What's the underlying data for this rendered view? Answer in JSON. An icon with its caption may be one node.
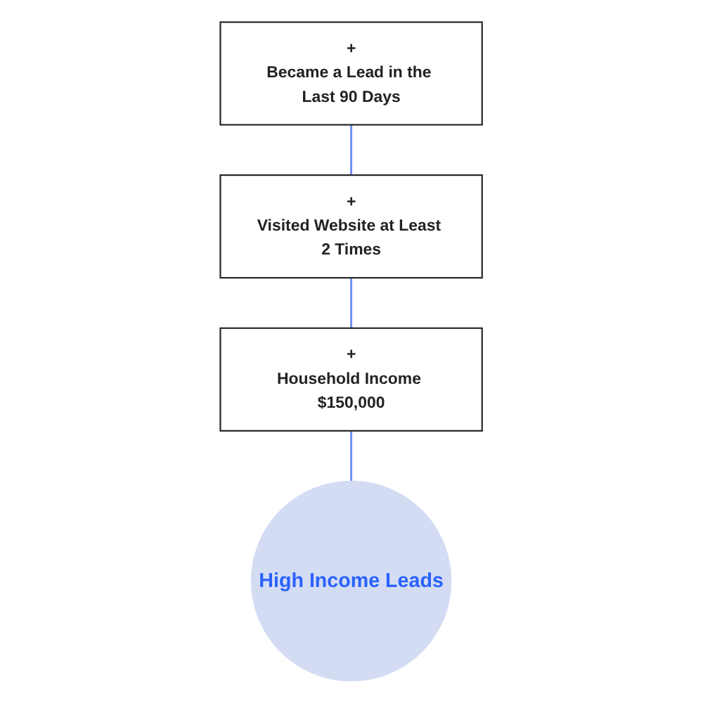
{
  "diagram": {
    "nodes": [
      {
        "text": [
          "+",
          "Became a Lead in the Last 90 Days"
        ]
      },
      {
        "text": [
          "+",
          "Visited Website at Least 2 Times"
        ]
      },
      {
        "text": [
          "+",
          "Household Income $150,000"
        ]
      },
      {
        "text": [
          "High Income Leads"
        ]
      }
    ],
    "edges": [
      {
        "from": 0,
        "to": 1,
        "arrow": "none"
      },
      {
        "from": 1,
        "to": 2,
        "arrow": "none"
      },
      {
        "from": 2,
        "to": 3,
        "arrow": "none"
      }
    ]
  }
}
